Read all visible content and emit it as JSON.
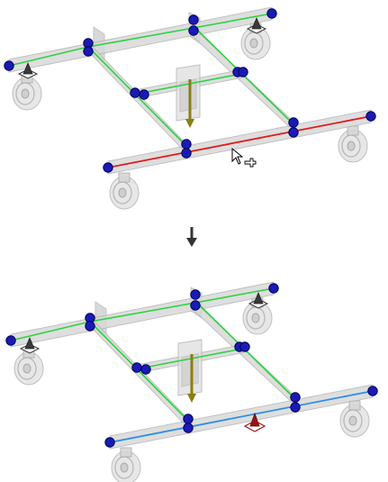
{
  "colors": {
    "background": "#ffffff",
    "beam_fill": "#d9d9d9",
    "beam_edge": "#b7b7b7",
    "panel_fill": "#cfcfcf",
    "wheel_fill": "#e3e3e3",
    "wheel_edge": "#b5b5b5",
    "node": "#1a1ab4",
    "node_dark": "#00005a",
    "constraint_line": "#2bd43f",
    "selected_before": "#e01b1b",
    "selected_after": "#2f8ee6",
    "load_arrow": "#8a7e12",
    "arrow_icon": "#333333",
    "marker_after": "#9b1414",
    "marker_cone": "#3a3a3a"
  },
  "icons": {
    "separator": "down-arrow-icon",
    "pointer": "cursor-move-icon"
  },
  "views": [
    {
      "name": "before",
      "highlight": "selected_before",
      "marker": false,
      "pointer": true
    },
    {
      "name": "after",
      "highlight": "selected_after",
      "marker": true,
      "pointer": false
    }
  ]
}
